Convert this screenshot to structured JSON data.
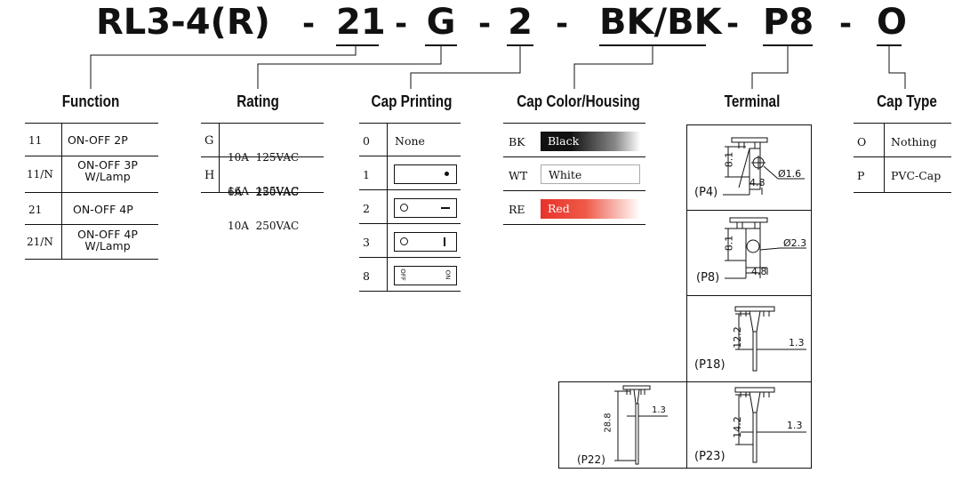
{
  "title": {
    "model": "RL3-4(R)",
    "seps": [
      "-",
      "-",
      "-",
      "-",
      "-"
    ],
    "codes": [
      "21",
      "G",
      "2",
      "BK/BK",
      "P8",
      "O"
    ]
  },
  "function": {
    "heading": "Function",
    "rows": [
      {
        "code": "11",
        "desc": "ON-OFF  2P",
        "desc2": ""
      },
      {
        "code": "11/N",
        "desc": "ON-OFF 3P",
        "desc2": "W/Lamp"
      },
      {
        "code": "21",
        "desc": "ON-OFF 4P",
        "desc2": ""
      },
      {
        "code": "21/N",
        "desc": "ON-OFF 4P",
        "desc2": "W/Lamp"
      }
    ]
  },
  "rating": {
    "heading": "Rating",
    "rows": [
      {
        "code": "G",
        "line1": "10A  125VAC",
        "line2": "6A    250VAC"
      },
      {
        "code": "H",
        "line1": "16A  125VAC",
        "line2": "10A  250VAC"
      }
    ]
  },
  "cap_printing": {
    "heading": "Cap Printing",
    "rows": [
      {
        "code": "0",
        "label": "None"
      },
      {
        "code": "1",
        "label": ""
      },
      {
        "code": "2",
        "label": ""
      },
      {
        "code": "3",
        "label": ""
      },
      {
        "code": "8",
        "label": ""
      }
    ],
    "off_text": "OFF",
    "on_text": "ON"
  },
  "cap_color": {
    "heading": "Cap Color/Housing",
    "rows": [
      {
        "code": "BK",
        "label": "Black",
        "color": "#111111"
      },
      {
        "code": "WT",
        "label": "White",
        "color": "#ffffff"
      },
      {
        "code": "RE",
        "label": "Red",
        "color": "#e8322a"
      }
    ]
  },
  "terminal": {
    "heading": "Terminal",
    "items": [
      {
        "name": "(P4)",
        "dim_h": "8.1",
        "dim_w": "4.8",
        "dim_d": "Ø1.6"
      },
      {
        "name": "(P8)",
        "dim_h": "8.1",
        "dim_w": "4.8",
        "dim_d": "Ø2.3"
      },
      {
        "name": "(P18)",
        "dim_h": "12.2",
        "dim_w": "1.3"
      },
      {
        "name": "(P23)",
        "dim_h": "14.2",
        "dim_w": "1.3"
      },
      {
        "name": "(P22)",
        "dim_h": "28.8",
        "dim_w": "1.3"
      }
    ]
  },
  "cap_type": {
    "heading": "Cap Type",
    "rows": [
      {
        "code": "O",
        "label": "Nothing"
      },
      {
        "code": "P",
        "label": "PVC-Cap"
      }
    ]
  }
}
